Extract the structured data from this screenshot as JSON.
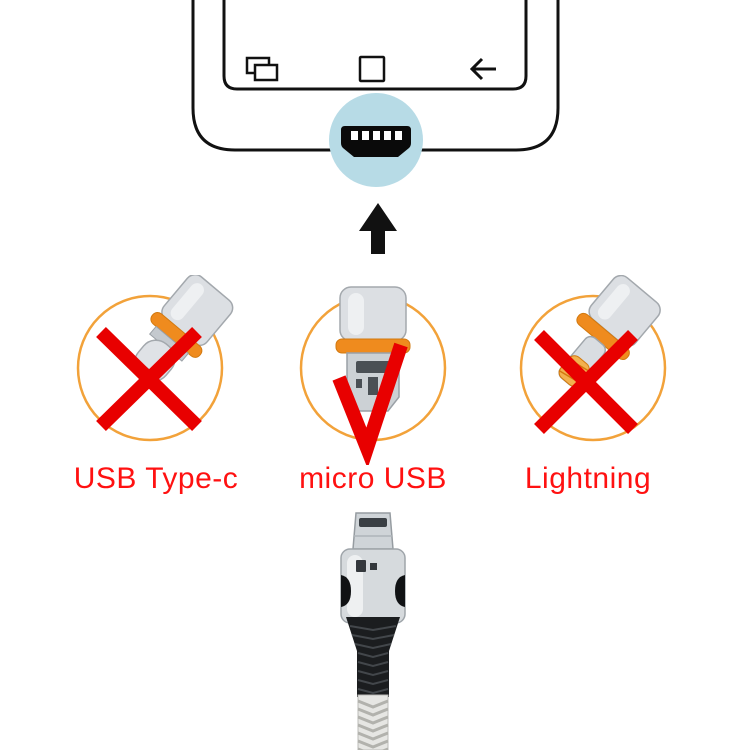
{
  "diagram": {
    "phone": {
      "nav_icons": [
        {
          "name": "recent-apps-icon"
        },
        {
          "name": "home-icon"
        },
        {
          "name": "back-arrow-icon"
        }
      ],
      "port_icon": "micro-usb-port-icon"
    },
    "arrow_icon": "up-arrow-icon",
    "connectors": [
      {
        "label": "USB Type-c",
        "compatible": false,
        "mark_icon": "x-mark-icon"
      },
      {
        "label": "micro USB",
        "compatible": true,
        "mark_icon": "check-mark-icon"
      },
      {
        "label": "Lightning",
        "compatible": false,
        "mark_icon": "x-mark-icon"
      }
    ],
    "cable_illustration": "micro-usb-cable-connector",
    "colors": {
      "label_red": "#ff1111",
      "mark_red": "#e80000",
      "circle_orange": "#f2a23a",
      "collar_orange": "#ef8b1e",
      "port_circle_blue": "#b7dbe6",
      "metal_silver": "#dcdfe3",
      "cable_black": "#1c1e20",
      "contact_gold": "#f2b14e"
    }
  }
}
